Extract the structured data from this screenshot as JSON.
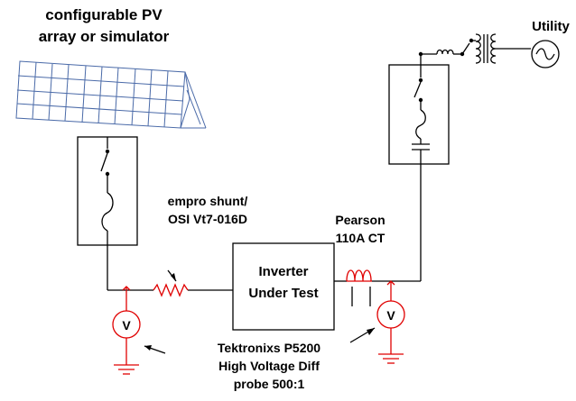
{
  "labels": {
    "pv_line1": "configurable  PV",
    "pv_line2": "array or simulator",
    "utility": "Utility",
    "shunt_line1": "empro shunt/",
    "shunt_line2": "OSI Vt7-016D",
    "ct_line1": "Pearson",
    "ct_line2": "110A CT",
    "inverter_line1": "Inverter",
    "inverter_line2": "Under Test",
    "probe_line1": "Tektronixs P5200",
    "probe_line2": "High Voltage Diff",
    "probe_line3": "probe 500:1",
    "voltmeter_left": "V",
    "voltmeter_right": "V"
  },
  "colors": {
    "wiring": "#000000",
    "measurement": "#e00000",
    "pv_grid": "#4a6aa8"
  }
}
